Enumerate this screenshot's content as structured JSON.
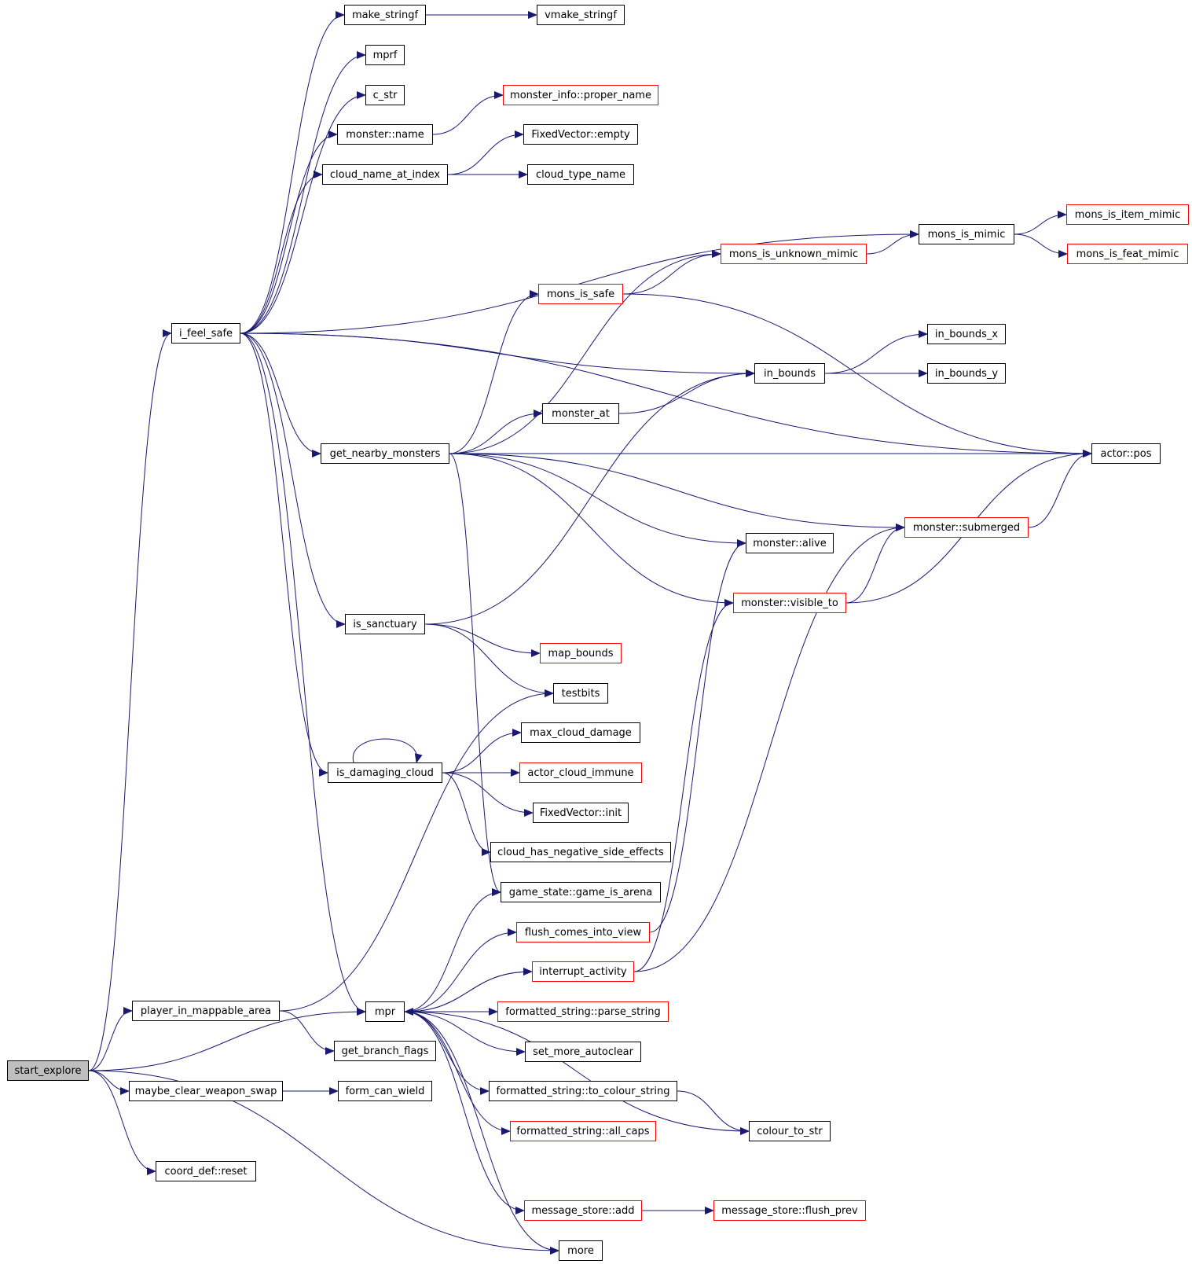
{
  "colors": {
    "edge": "#191970",
    "external_border": "#ff0000",
    "root_fill": "#bfbfbf",
    "node_border": "#000000"
  },
  "nodes": [
    {
      "id": "start_explore",
      "label": "start_explore",
      "style": "root"
    },
    {
      "id": "i_feel_safe",
      "label": "i_feel_safe",
      "style": "normal"
    },
    {
      "id": "player_in_mappable_area",
      "label": "player_in_mappable_area",
      "style": "normal"
    },
    {
      "id": "maybe_clear_weapon_swap",
      "label": "maybe_clear_weapon_swap",
      "style": "normal"
    },
    {
      "id": "coord_def_reset",
      "label": "coord_def::reset",
      "style": "normal"
    },
    {
      "id": "make_stringf",
      "label": "make_stringf",
      "style": "normal"
    },
    {
      "id": "vmake_stringf",
      "label": "vmake_stringf",
      "style": "normal"
    },
    {
      "id": "mprf",
      "label": "mprf",
      "style": "normal"
    },
    {
      "id": "c_str",
      "label": "c_str",
      "style": "normal"
    },
    {
      "id": "monster_name",
      "label": "monster::name",
      "style": "normal"
    },
    {
      "id": "monster_info_proper_name",
      "label": "monster_info::proper_name",
      "style": "external"
    },
    {
      "id": "fixedvector_empty",
      "label": "FixedVector::empty",
      "style": "normal"
    },
    {
      "id": "cloud_name_at_index",
      "label": "cloud_name_at_index",
      "style": "normal"
    },
    {
      "id": "cloud_type_name",
      "label": "cloud_type_name",
      "style": "normal"
    },
    {
      "id": "mons_is_item_mimic",
      "label": "mons_is_item_mimic",
      "style": "external"
    },
    {
      "id": "mons_is_mimic",
      "label": "mons_is_mimic",
      "style": "normal"
    },
    {
      "id": "mons_is_unknown_mimic",
      "label": "mons_is_unknown_mimic",
      "style": "external"
    },
    {
      "id": "mons_is_feat_mimic",
      "label": "mons_is_feat_mimic",
      "style": "external"
    },
    {
      "id": "mons_is_safe",
      "label": "mons_is_safe",
      "style": "external"
    },
    {
      "id": "in_bounds_x",
      "label": "in_bounds_x",
      "style": "normal"
    },
    {
      "id": "in_bounds",
      "label": "in_bounds",
      "style": "normal"
    },
    {
      "id": "in_bounds_y",
      "label": "in_bounds_y",
      "style": "normal"
    },
    {
      "id": "monster_at",
      "label": "monster_at",
      "style": "normal"
    },
    {
      "id": "get_nearby_monsters",
      "label": "get_nearby_monsters",
      "style": "normal"
    },
    {
      "id": "actor_pos",
      "label": "actor::pos",
      "style": "normal"
    },
    {
      "id": "monster_submerged",
      "label": "monster::submerged",
      "style": "external"
    },
    {
      "id": "monster_alive",
      "label": "monster::alive",
      "style": "normal"
    },
    {
      "id": "monster_visible_to",
      "label": "monster::visible_to",
      "style": "external"
    },
    {
      "id": "is_sanctuary",
      "label": "is_sanctuary",
      "style": "normal"
    },
    {
      "id": "map_bounds",
      "label": "map_bounds",
      "style": "external"
    },
    {
      "id": "testbits",
      "label": "testbits",
      "style": "normal"
    },
    {
      "id": "max_cloud_damage",
      "label": "max_cloud_damage",
      "style": "normal"
    },
    {
      "id": "is_damaging_cloud",
      "label": "is_damaging_cloud",
      "style": "normal"
    },
    {
      "id": "actor_cloud_immune",
      "label": "actor_cloud_immune",
      "style": "external"
    },
    {
      "id": "fixedvector_init",
      "label": "FixedVector::init",
      "style": "normal"
    },
    {
      "id": "cloud_has_negative_side_effects",
      "label": "cloud_has_negative_side_effects",
      "style": "normal"
    },
    {
      "id": "game_is_arena",
      "label": "game_state::game_is_arena",
      "style": "normal"
    },
    {
      "id": "flush_comes_into_view",
      "label": "flush_comes_into_view",
      "style": "external"
    },
    {
      "id": "interrupt_activity",
      "label": "interrupt_activity",
      "style": "external"
    },
    {
      "id": "mpr",
      "label": "mpr",
      "style": "normal"
    },
    {
      "id": "parse_string",
      "label": "formatted_string::parse_string",
      "style": "external"
    },
    {
      "id": "get_branch_flags",
      "label": "get_branch_flags",
      "style": "normal"
    },
    {
      "id": "set_more_autoclear",
      "label": "set_more_autoclear",
      "style": "normal"
    },
    {
      "id": "form_can_wield",
      "label": "form_can_wield",
      "style": "normal"
    },
    {
      "id": "to_colour_string",
      "label": "formatted_string::to_colour_string",
      "style": "normal"
    },
    {
      "id": "colour_to_str",
      "label": "colour_to_str",
      "style": "normal"
    },
    {
      "id": "all_caps",
      "label": "formatted_string::all_caps",
      "style": "external"
    },
    {
      "id": "message_store_add",
      "label": "message_store::add",
      "style": "external"
    },
    {
      "id": "message_store_flush_prev",
      "label": "message_store::flush_prev",
      "style": "external"
    },
    {
      "id": "more",
      "label": "more",
      "style": "normal"
    }
  ],
  "edges": [
    [
      "start_explore",
      "i_feel_safe"
    ],
    [
      "start_explore",
      "player_in_mappable_area"
    ],
    [
      "start_explore",
      "mpr"
    ],
    [
      "start_explore",
      "maybe_clear_weapon_swap"
    ],
    [
      "start_explore",
      "coord_def_reset"
    ],
    [
      "start_explore",
      "more"
    ],
    [
      "i_feel_safe",
      "make_stringf"
    ],
    [
      "i_feel_safe",
      "mprf"
    ],
    [
      "i_feel_safe",
      "c_str"
    ],
    [
      "i_feel_safe",
      "monster_name"
    ],
    [
      "i_feel_safe",
      "cloud_name_at_index"
    ],
    [
      "i_feel_safe",
      "mons_is_mimic"
    ],
    [
      "i_feel_safe",
      "in_bounds"
    ],
    [
      "i_feel_safe",
      "actor_pos"
    ],
    [
      "i_feel_safe",
      "get_nearby_monsters"
    ],
    [
      "i_feel_safe",
      "is_sanctuary"
    ],
    [
      "i_feel_safe",
      "is_damaging_cloud"
    ],
    [
      "i_feel_safe",
      "mpr"
    ],
    [
      "make_stringf",
      "vmake_stringf"
    ],
    [
      "monster_name",
      "monster_info_proper_name"
    ],
    [
      "cloud_name_at_index",
      "fixedvector_empty"
    ],
    [
      "cloud_name_at_index",
      "cloud_type_name"
    ],
    [
      "mons_is_mimic",
      "mons_is_item_mimic"
    ],
    [
      "mons_is_mimic",
      "mons_is_feat_mimic"
    ],
    [
      "mons_is_unknown_mimic",
      "mons_is_mimic"
    ],
    [
      "mons_is_safe",
      "mons_is_unknown_mimic"
    ],
    [
      "mons_is_safe",
      "actor_pos"
    ],
    [
      "in_bounds",
      "in_bounds_x"
    ],
    [
      "in_bounds",
      "in_bounds_y"
    ],
    [
      "monster_at",
      "in_bounds"
    ],
    [
      "get_nearby_monsters",
      "mons_is_unknown_mimic"
    ],
    [
      "get_nearby_monsters",
      "mons_is_safe"
    ],
    [
      "get_nearby_monsters",
      "monster_at"
    ],
    [
      "get_nearby_monsters",
      "actor_pos"
    ],
    [
      "get_nearby_monsters",
      "monster_submerged"
    ],
    [
      "get_nearby_monsters",
      "monster_alive"
    ],
    [
      "get_nearby_monsters",
      "monster_visible_to"
    ],
    [
      "get_nearby_monsters",
      "game_is_arena"
    ],
    [
      "monster_submerged",
      "actor_pos"
    ],
    [
      "monster_visible_to",
      "monster_submerged"
    ],
    [
      "monster_visible_to",
      "actor_pos"
    ],
    [
      "is_sanctuary",
      "in_bounds"
    ],
    [
      "is_sanctuary",
      "map_bounds"
    ],
    [
      "is_sanctuary",
      "testbits"
    ],
    [
      "is_damaging_cloud",
      "is_damaging_cloud"
    ],
    [
      "is_damaging_cloud",
      "max_cloud_damage"
    ],
    [
      "is_damaging_cloud",
      "actor_cloud_immune"
    ],
    [
      "is_damaging_cloud",
      "fixedvector_init"
    ],
    [
      "is_damaging_cloud",
      "cloud_has_negative_side_effects"
    ],
    [
      "player_in_mappable_area",
      "testbits"
    ],
    [
      "player_in_mappable_area",
      "get_branch_flags"
    ],
    [
      "maybe_clear_weapon_swap",
      "form_can_wield"
    ],
    [
      "flush_comes_into_view",
      "monster_alive"
    ],
    [
      "interrupt_activity",
      "monster_visible_to"
    ],
    [
      "interrupt_activity",
      "monster_submerged"
    ],
    [
      "interrupt_activity",
      "mpr"
    ],
    [
      "mpr",
      "game_is_arena"
    ],
    [
      "mpr",
      "flush_comes_into_view"
    ],
    [
      "mpr",
      "interrupt_activity"
    ],
    [
      "mpr",
      "parse_string"
    ],
    [
      "mpr",
      "set_more_autoclear"
    ],
    [
      "mpr",
      "to_colour_string"
    ],
    [
      "mpr",
      "all_caps"
    ],
    [
      "mpr",
      "colour_to_str"
    ],
    [
      "mpr",
      "message_store_add"
    ],
    [
      "mpr",
      "more"
    ],
    [
      "to_colour_string",
      "colour_to_str"
    ],
    [
      "message_store_add",
      "message_store_flush_prev"
    ]
  ]
}
